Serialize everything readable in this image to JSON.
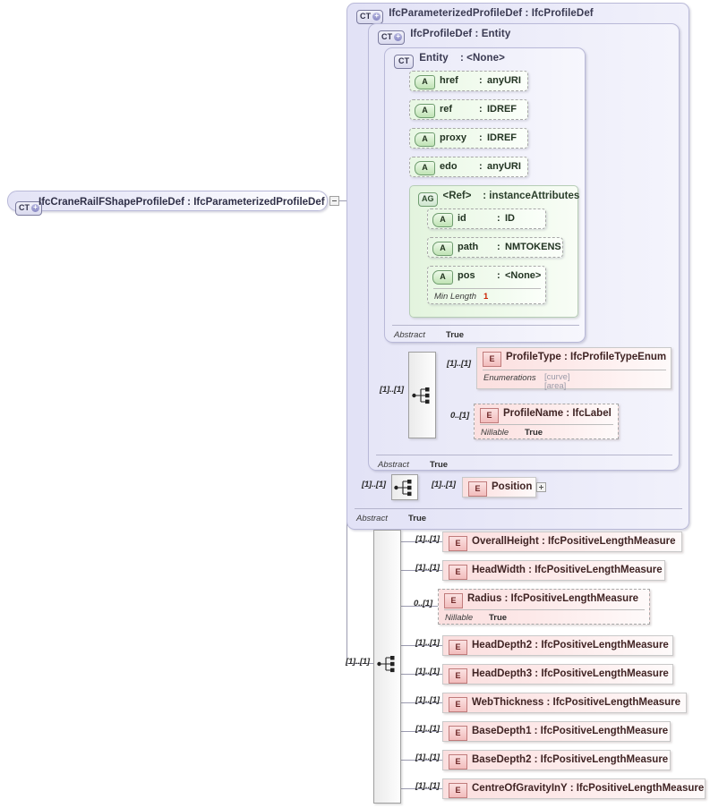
{
  "diagram": {
    "type": "xsd-schema-diagram",
    "root": {
      "badge": "CT",
      "badge_toggle": "+",
      "name": "IfcCraneRailFShapeProfileDef",
      "sep": ":",
      "type": "IfcParameterizedProfileDef",
      "collapse_toggle": "-"
    },
    "panels": [
      {
        "id": "ifcparameterizedprofiledef",
        "badge": "CT",
        "badge_toggle": "+",
        "name": "IfcParameterizedProfileDef",
        "sep": ":",
        "type": "IfcProfileDef",
        "abstract_key": "Abstract",
        "abstract_value": "True"
      },
      {
        "id": "ifcprofiledef",
        "badge": "CT",
        "badge_toggle": "+",
        "name": "IfcProfileDef",
        "sep": ":",
        "type": "Entity",
        "abstract_key": "Abstract",
        "abstract_value": "True"
      },
      {
        "id": "entity",
        "badge": "CT",
        "name": "Entity",
        "sep": ":",
        "type": "<None>",
        "abstract_key": "Abstract",
        "abstract_value": "True"
      }
    ],
    "attributes": [
      {
        "badge": "A",
        "name": "href",
        "sep": ":",
        "type": "anyURI"
      },
      {
        "badge": "A",
        "name": "ref",
        "sep": ":",
        "type": "IDREF"
      },
      {
        "badge": "A",
        "name": "proxy",
        "sep": ":",
        "type": "IDREF"
      },
      {
        "badge": "A",
        "name": "edo",
        "sep": ":",
        "type": "anyURI"
      }
    ],
    "attribute_group": {
      "badge": "AG",
      "name": "<Ref>",
      "sep": ":",
      "type": "instanceAttributes",
      "attributes": [
        {
          "badge": "A",
          "name": "id",
          "sep": ":",
          "type": "ID"
        },
        {
          "badge": "A",
          "name": "path",
          "sep": ":",
          "type": "NMTOKENS"
        },
        {
          "badge": "A",
          "name": "pos",
          "sep": ":",
          "type": "<None>",
          "facet_key": "Min Length",
          "facet_value": "1"
        }
      ]
    },
    "profile_elements": [
      {
        "badge": "E",
        "label": "ProfileType : IfcProfileTypeEnum",
        "cardinality": "[1]..[1]",
        "facet_key": "Enumerations",
        "facet_values": [
          "[curve]",
          "[area]"
        ],
        "dashed": false
      },
      {
        "badge": "E",
        "label": "ProfileName : IfcLabel",
        "cardinality": "0..[1]",
        "facet_key": "Nillable",
        "facet_value": "True",
        "dashed": true
      }
    ],
    "position_element": {
      "badge": "E",
      "label": "Position",
      "cardinality_in": "[1]..[1]",
      "cardinality_out": "[1]..[1]",
      "expand_toggle": "+"
    },
    "sequence_cardinalities": {
      "profile_group": "[1]..[1]",
      "position_group": "[1]..[1]",
      "measures_group": "[1]..[1]"
    },
    "measure_elements": [
      {
        "badge": "E",
        "label": "OverallHeight : IfcPositiveLengthMeasure",
        "cardinality": "[1]..[1]",
        "dashed": false
      },
      {
        "badge": "E",
        "label": "HeadWidth : IfcPositiveLengthMeasure",
        "cardinality": "[1]..[1]",
        "dashed": false
      },
      {
        "badge": "E",
        "label": "Radius   : IfcPositiveLengthMeasure",
        "cardinality": "0..[1]",
        "dashed": true,
        "facet_key": "Nillable",
        "facet_value": "True"
      },
      {
        "badge": "E",
        "label": "HeadDepth2 : IfcPositiveLengthMeasure",
        "cardinality": "[1]..[1]",
        "dashed": false
      },
      {
        "badge": "E",
        "label": "HeadDepth3 : IfcPositiveLengthMeasure",
        "cardinality": "[1]..[1]",
        "dashed": false
      },
      {
        "badge": "E",
        "label": "WebThickness : IfcPositiveLengthMeasure",
        "cardinality": "[1]..[1]",
        "dashed": false
      },
      {
        "badge": "E",
        "label": "BaseDepth1 : IfcPositiveLengthMeasure",
        "cardinality": "[1]..[1]",
        "dashed": false
      },
      {
        "badge": "E",
        "label": "BaseDepth2 : IfcPositiveLengthMeasure",
        "cardinality": "[1]..[1]",
        "dashed": false
      },
      {
        "badge": "E",
        "label": "CentreOfGravityInY : IfcPositiveLengthMeasure",
        "cardinality": "[1]..[1]",
        "dashed": false
      }
    ],
    "colors": {
      "complex_type_panel": "#e8e8f8",
      "attribute_box": "#e8f7e4",
      "element_box": "#fbdfdf",
      "compositor_box": "#f0f0f0",
      "connector_line": "#9b9bb0",
      "facet_number": "#cc2200"
    }
  }
}
